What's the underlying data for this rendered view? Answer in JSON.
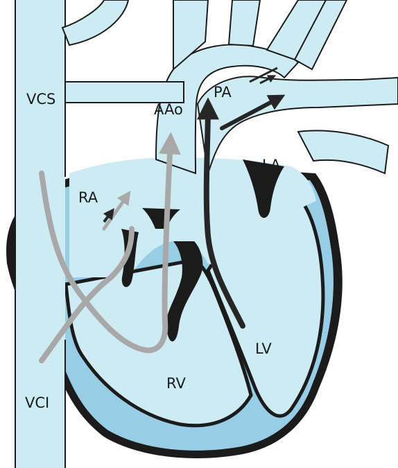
{
  "colors": {
    "background": "#ffffff",
    "blood_light": "#cdebf3",
    "myocardium_blue": "#98cde6",
    "outline_dark": "#1b1b1b",
    "deoxygenated_arrow": "#a8a8a8",
    "oxygenated_arrow": "#262626"
  },
  "labels": {
    "vcs": "VCS",
    "aao": "AAo",
    "pa": "PA",
    "ra": "RA",
    "la": "LA",
    "lv": "LV",
    "rv": "RV",
    "vci": "VCI"
  }
}
